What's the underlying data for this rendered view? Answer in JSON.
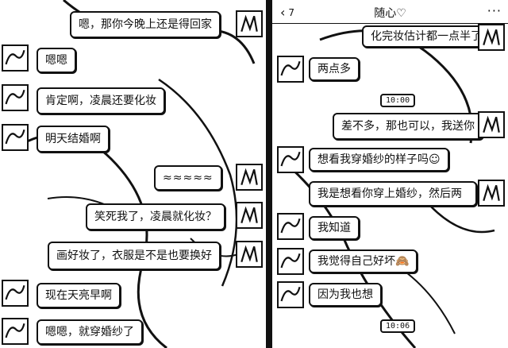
{
  "left_chat": {
    "messages": [
      {
        "side": "right",
        "text": "嗯，那你今晚上还是得回家"
      },
      {
        "side": "left",
        "text": "嗯嗯"
      },
      {
        "side": "left",
        "text": "肯定啊，凌晨还要化妆"
      },
      {
        "side": "left",
        "text": "明天结婚啊"
      },
      {
        "side": "right",
        "text": "≈≈≈≈≈"
      },
      {
        "side": "right",
        "text": "笑死我了，凌晨就化妆？"
      },
      {
        "side": "right",
        "text": "画好妆了，衣服是不是也要换好"
      },
      {
        "side": "left",
        "text": "现在天亮早啊"
      },
      {
        "side": "left",
        "text": "嗯嗯，就穿婚纱了"
      }
    ]
  },
  "right_chat": {
    "header": {
      "back_icon": "‹",
      "unread": "7",
      "title": "随心♡",
      "more": "···"
    },
    "messages": [
      {
        "side": "right",
        "text": "化完妆估计都一点半了"
      },
      {
        "side": "left",
        "text": "两点多"
      },
      {
        "side": "time",
        "text": "10:00"
      },
      {
        "side": "right",
        "text": "差不多，那也可以，我送你"
      },
      {
        "side": "left",
        "text": "想看我穿婚纱的样子吗☺"
      },
      {
        "side": "right",
        "text": "我是想看你穿上婚纱，然后两"
      },
      {
        "side": "left",
        "text": "我知道"
      },
      {
        "side": "left",
        "text": "我觉得自己好坏🙈"
      },
      {
        "side": "left",
        "text": "因为我也想"
      },
      {
        "side": "time",
        "text": "10:06"
      }
    ]
  }
}
